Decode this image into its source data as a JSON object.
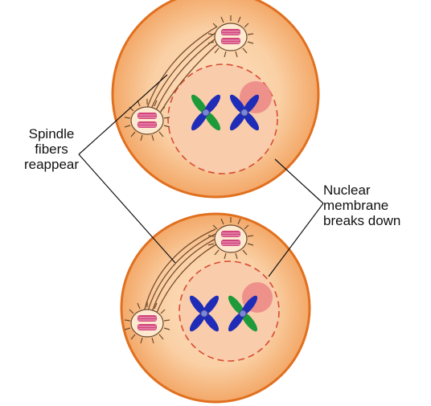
{
  "labels": {
    "spindle": [
      "Spindle",
      "fibers",
      "reappear"
    ],
    "membrane": [
      "Nuclear",
      "membrane",
      "breaks down"
    ]
  },
  "colors": {
    "cell_outline": "#e0701f",
    "cytoplasm_light": "#fde2c4",
    "cytoplasm_dark": "#f6b27b",
    "nucleus_fill": "#f9ccab",
    "nucleus_border": "#d94c32",
    "nucleolus": "#ec8b86",
    "centriole_body": "#d1447c",
    "centriole_stripe": "#f4b1c7",
    "aster_rays": "#6d4a2c",
    "spindle_fibers": "#7a4a2a",
    "chromatid_green": "#1d9a3a",
    "chromatid_blue": "#1f2cb7",
    "centromere": "#7a86d6",
    "pointer_line": "#111111"
  },
  "stages": [
    {
      "name": "upper-cell",
      "chromosomes": [
        {
          "colors": [
            "green",
            "blue"
          ]
        },
        {
          "colors": [
            "blue",
            "blue"
          ]
        }
      ]
    },
    {
      "name": "lower-cell",
      "chromosomes": [
        {
          "colors": [
            "blue",
            "blue"
          ]
        },
        {
          "colors": [
            "green",
            "blue"
          ]
        }
      ]
    }
  ]
}
